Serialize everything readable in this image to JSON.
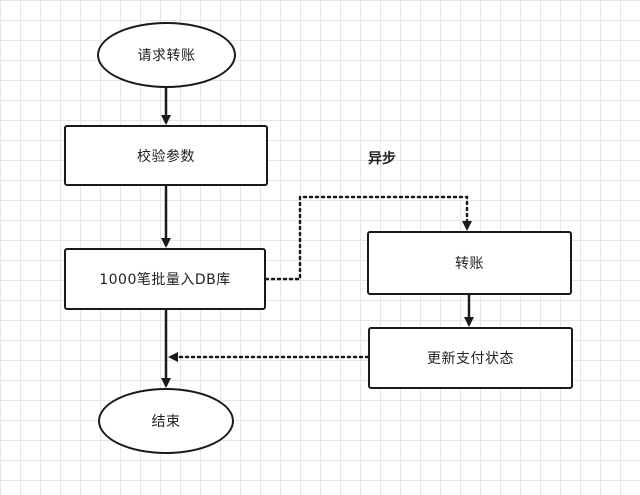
{
  "diagram": {
    "nodes": {
      "start": {
        "label": "请求转账",
        "shape": "ellipse"
      },
      "validate": {
        "label": "校验参数",
        "shape": "rect"
      },
      "batch_insert": {
        "label": "1000笔批量入DB库",
        "shape": "rect"
      },
      "end": {
        "label": "结束",
        "shape": "ellipse"
      },
      "transfer": {
        "label": "转账",
        "shape": "rect"
      },
      "update_status": {
        "label": "更新支付状态",
        "shape": "rect"
      }
    },
    "annotations": {
      "async": "异步"
    },
    "edges": [
      {
        "from": "start",
        "to": "validate",
        "style": "solid"
      },
      {
        "from": "validate",
        "to": "batch_insert",
        "style": "solid"
      },
      {
        "from": "batch_insert",
        "to": "end",
        "style": "solid"
      },
      {
        "from": "batch_insert",
        "to": "transfer",
        "style": "dotted"
      },
      {
        "from": "transfer",
        "to": "update_status",
        "style": "solid"
      },
      {
        "from": "update_status",
        "to": "batch_insert_end_line",
        "style": "dotted"
      }
    ]
  },
  "colors": {
    "stroke": "#1a1a1a",
    "grid": "#e6e6e6",
    "background": "#ffffff"
  }
}
